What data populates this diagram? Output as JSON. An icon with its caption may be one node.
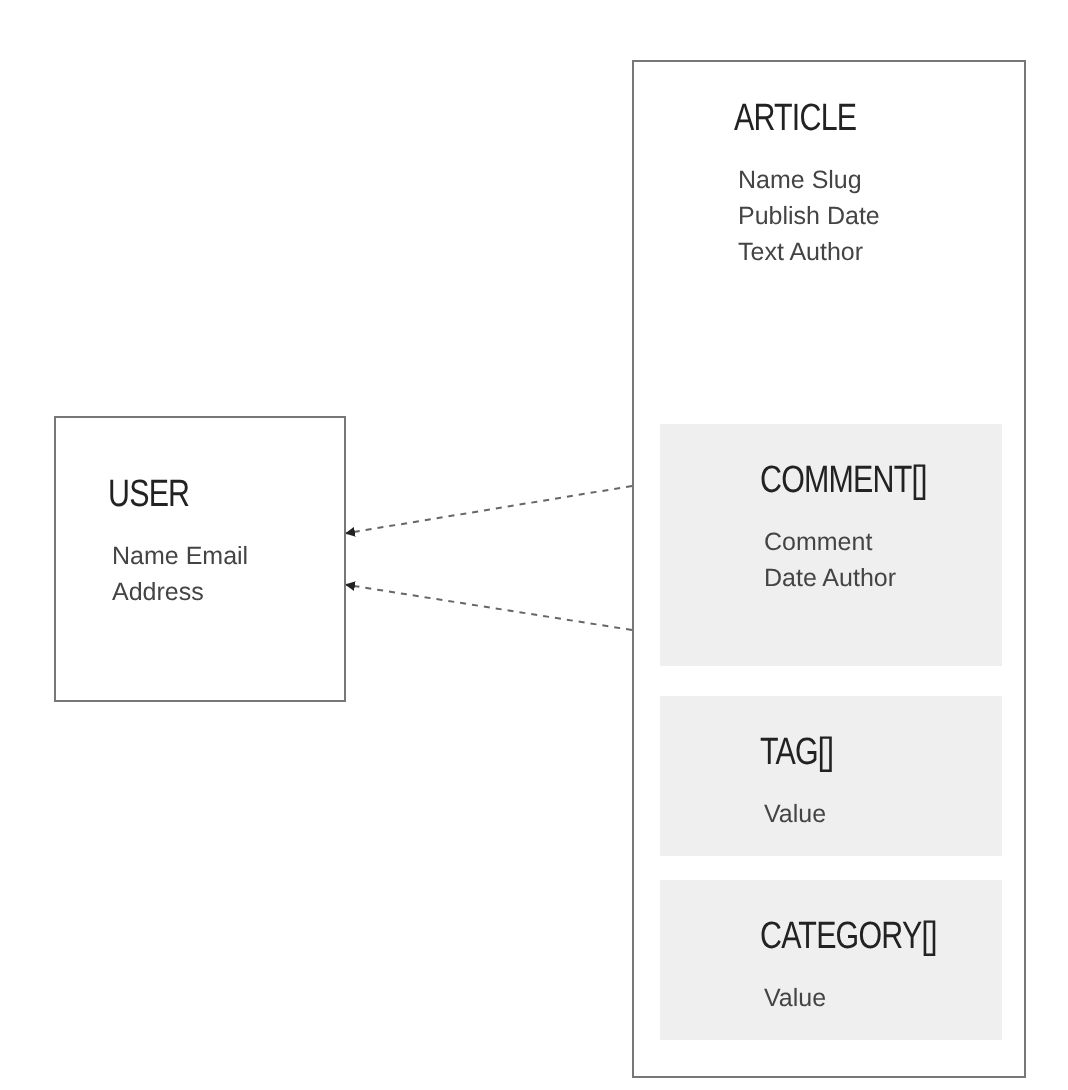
{
  "diagram": {
    "nodes": [
      {
        "text": [
          "USER",
          "Name Email Address"
        ]
      },
      {
        "text": [
          "ARTICLE",
          "Name Slug Publish Date Text Author"
        ]
      },
      {
        "text": [
          "COMMENT[]",
          "Comment Date Author"
        ],
        "in": 1
      },
      {
        "text": [
          "TAG[]",
          "Value"
        ],
        "in": 1
      },
      {
        "text": [
          "CATEGORY[]",
          "Value"
        ],
        "in": 1
      }
    ],
    "edges": [
      {
        "from": 1,
        "to": 0,
        "arrow": "to",
        "style": "dashed"
      },
      {
        "from": 1,
        "to": 0,
        "arrow": "to",
        "style": "dashed"
      }
    ]
  }
}
